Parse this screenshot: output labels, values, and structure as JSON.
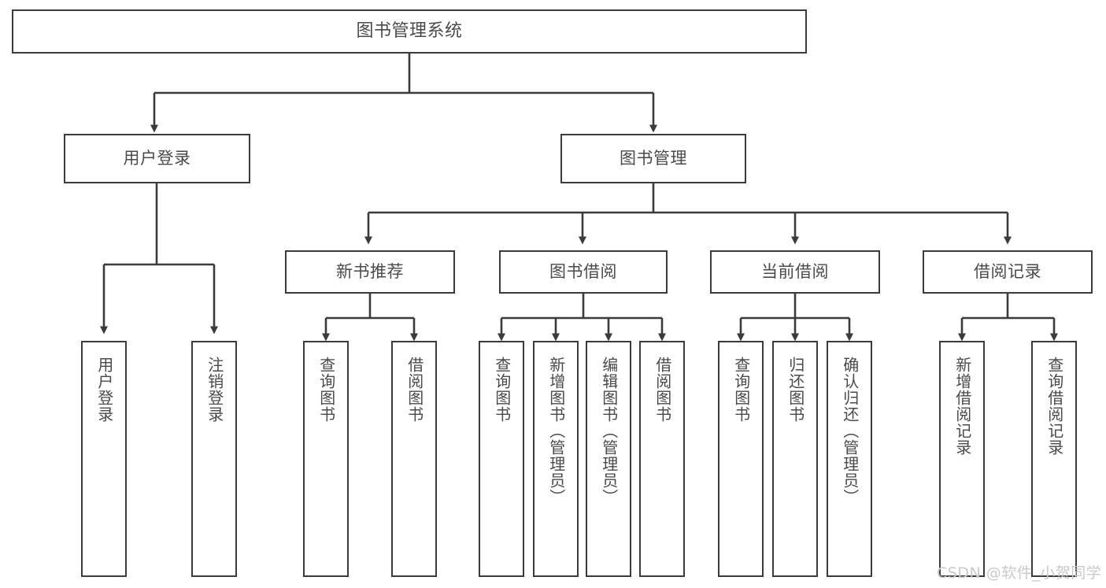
{
  "diagram": {
    "title": "图书管理系统",
    "type": "hierarchy-tree",
    "watermark": "CSDN @软件_小贺同学",
    "colors": {
      "stroke": "#3b3b3b",
      "text": "#4a4a4a",
      "background": "#ffffff",
      "watermark": "#c9c9c9"
    },
    "nodes": {
      "root": {
        "label": "图书管理系统"
      },
      "level2": [
        {
          "label": "用户登录"
        },
        {
          "label": "图书管理"
        }
      ],
      "level3": [
        {
          "label": "新书推荐"
        },
        {
          "label": "图书借阅"
        },
        {
          "label": "当前借阅"
        },
        {
          "label": "借阅记录"
        }
      ],
      "leaves_user_login": [
        {
          "label": "用户登录"
        },
        {
          "label": "注销登录"
        }
      ],
      "leaves_new_book": [
        {
          "label": "查询图书"
        },
        {
          "label": "借阅图书"
        }
      ],
      "leaves_borrow": [
        {
          "label": "查询图书"
        },
        {
          "label": "新增图书（管理员）"
        },
        {
          "label": "编辑图书（管理员）"
        },
        {
          "label": "借阅图书"
        }
      ],
      "leaves_current": [
        {
          "label": "查询图书"
        },
        {
          "label": "归还图书"
        },
        {
          "label": "确认归还（管理员）"
        }
      ],
      "leaves_records": [
        {
          "label": "新增借阅记录"
        },
        {
          "label": "查询借阅记录"
        }
      ]
    }
  }
}
